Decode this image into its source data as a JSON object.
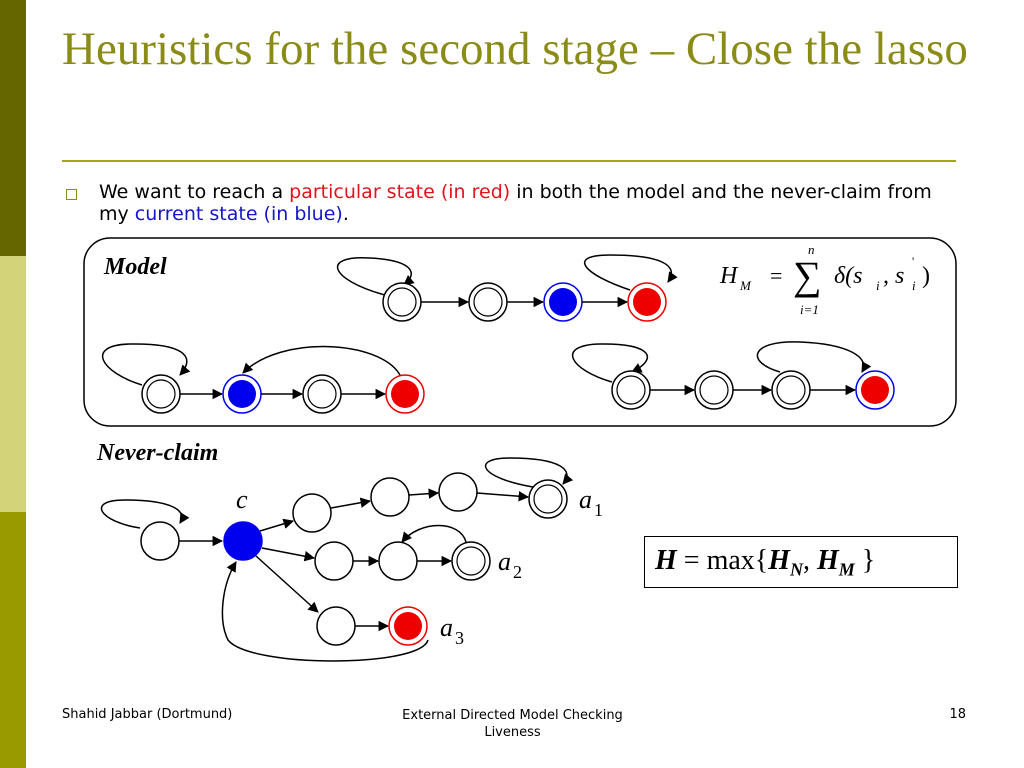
{
  "slide": {
    "title": "Heuristics for the second stage – Close the lasso",
    "bullet": {
      "text_1": "We want to reach a ",
      "text_red": "particular state (in red)",
      "text_2": " in both the model and the never-claim from my ",
      "text_blue": "current state (in blue)",
      "text_3": "."
    },
    "model_label": "Model",
    "never_claim_label": "Never-claim",
    "formula_hm": {
      "lhs": "H",
      "lhs_sub": "M",
      "equals": "=",
      "sum_top": "n",
      "sum_bottom": "i=1",
      "sum_symbol": "∑",
      "body": "δ(s",
      "body_sub": "i",
      "comma": ", s",
      "prime": "'",
      "body_sub2": "i",
      "close": ")"
    },
    "state_labels": {
      "c": "c",
      "a1": "a",
      "a1_sub": "1",
      "a2": "a",
      "a2_sub": "2",
      "a3": "a",
      "a3_sub": "3"
    },
    "formula_h": {
      "lhs": "H",
      "equals": " = max{",
      "hn": "H",
      "hn_sub": "N",
      "sep": ", ",
      "hm": "H",
      "hm_sub": "M",
      "close": " }"
    },
    "footer": {
      "author": "Shahid Jabbar (Dortmund)",
      "center": "External Directed Model Checking Liveness",
      "page": "18"
    },
    "colors": {
      "title": "#8b8b17",
      "sidebar_dark": "#666600",
      "sidebar_mid": "#999900",
      "sidebar_light": "#d3d37a",
      "current_state": "#0000ee",
      "target_state": "#ee0000"
    }
  }
}
